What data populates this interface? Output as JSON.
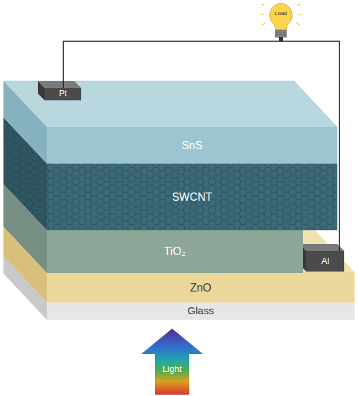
{
  "diagram": {
    "nodes": [
      {
        "text": [
          "Load"
        ]
      },
      {
        "text": [
          "Pt"
        ]
      },
      {
        "text": [
          "SnS"
        ]
      },
      {
        "text": [
          "SWCNT"
        ]
      },
      {
        "text": [
          "TiO₂"
        ]
      },
      {
        "text": [
          "Al"
        ]
      },
      {
        "text": [
          "ZnO"
        ]
      },
      {
        "text": [
          "Glass"
        ]
      },
      {
        "text": [
          "Light"
        ]
      }
    ],
    "edges": [
      {
        "from": 1,
        "to": 0,
        "arrow": "none"
      },
      {
        "from": 0,
        "to": 5,
        "arrow": "none"
      }
    ]
  }
}
